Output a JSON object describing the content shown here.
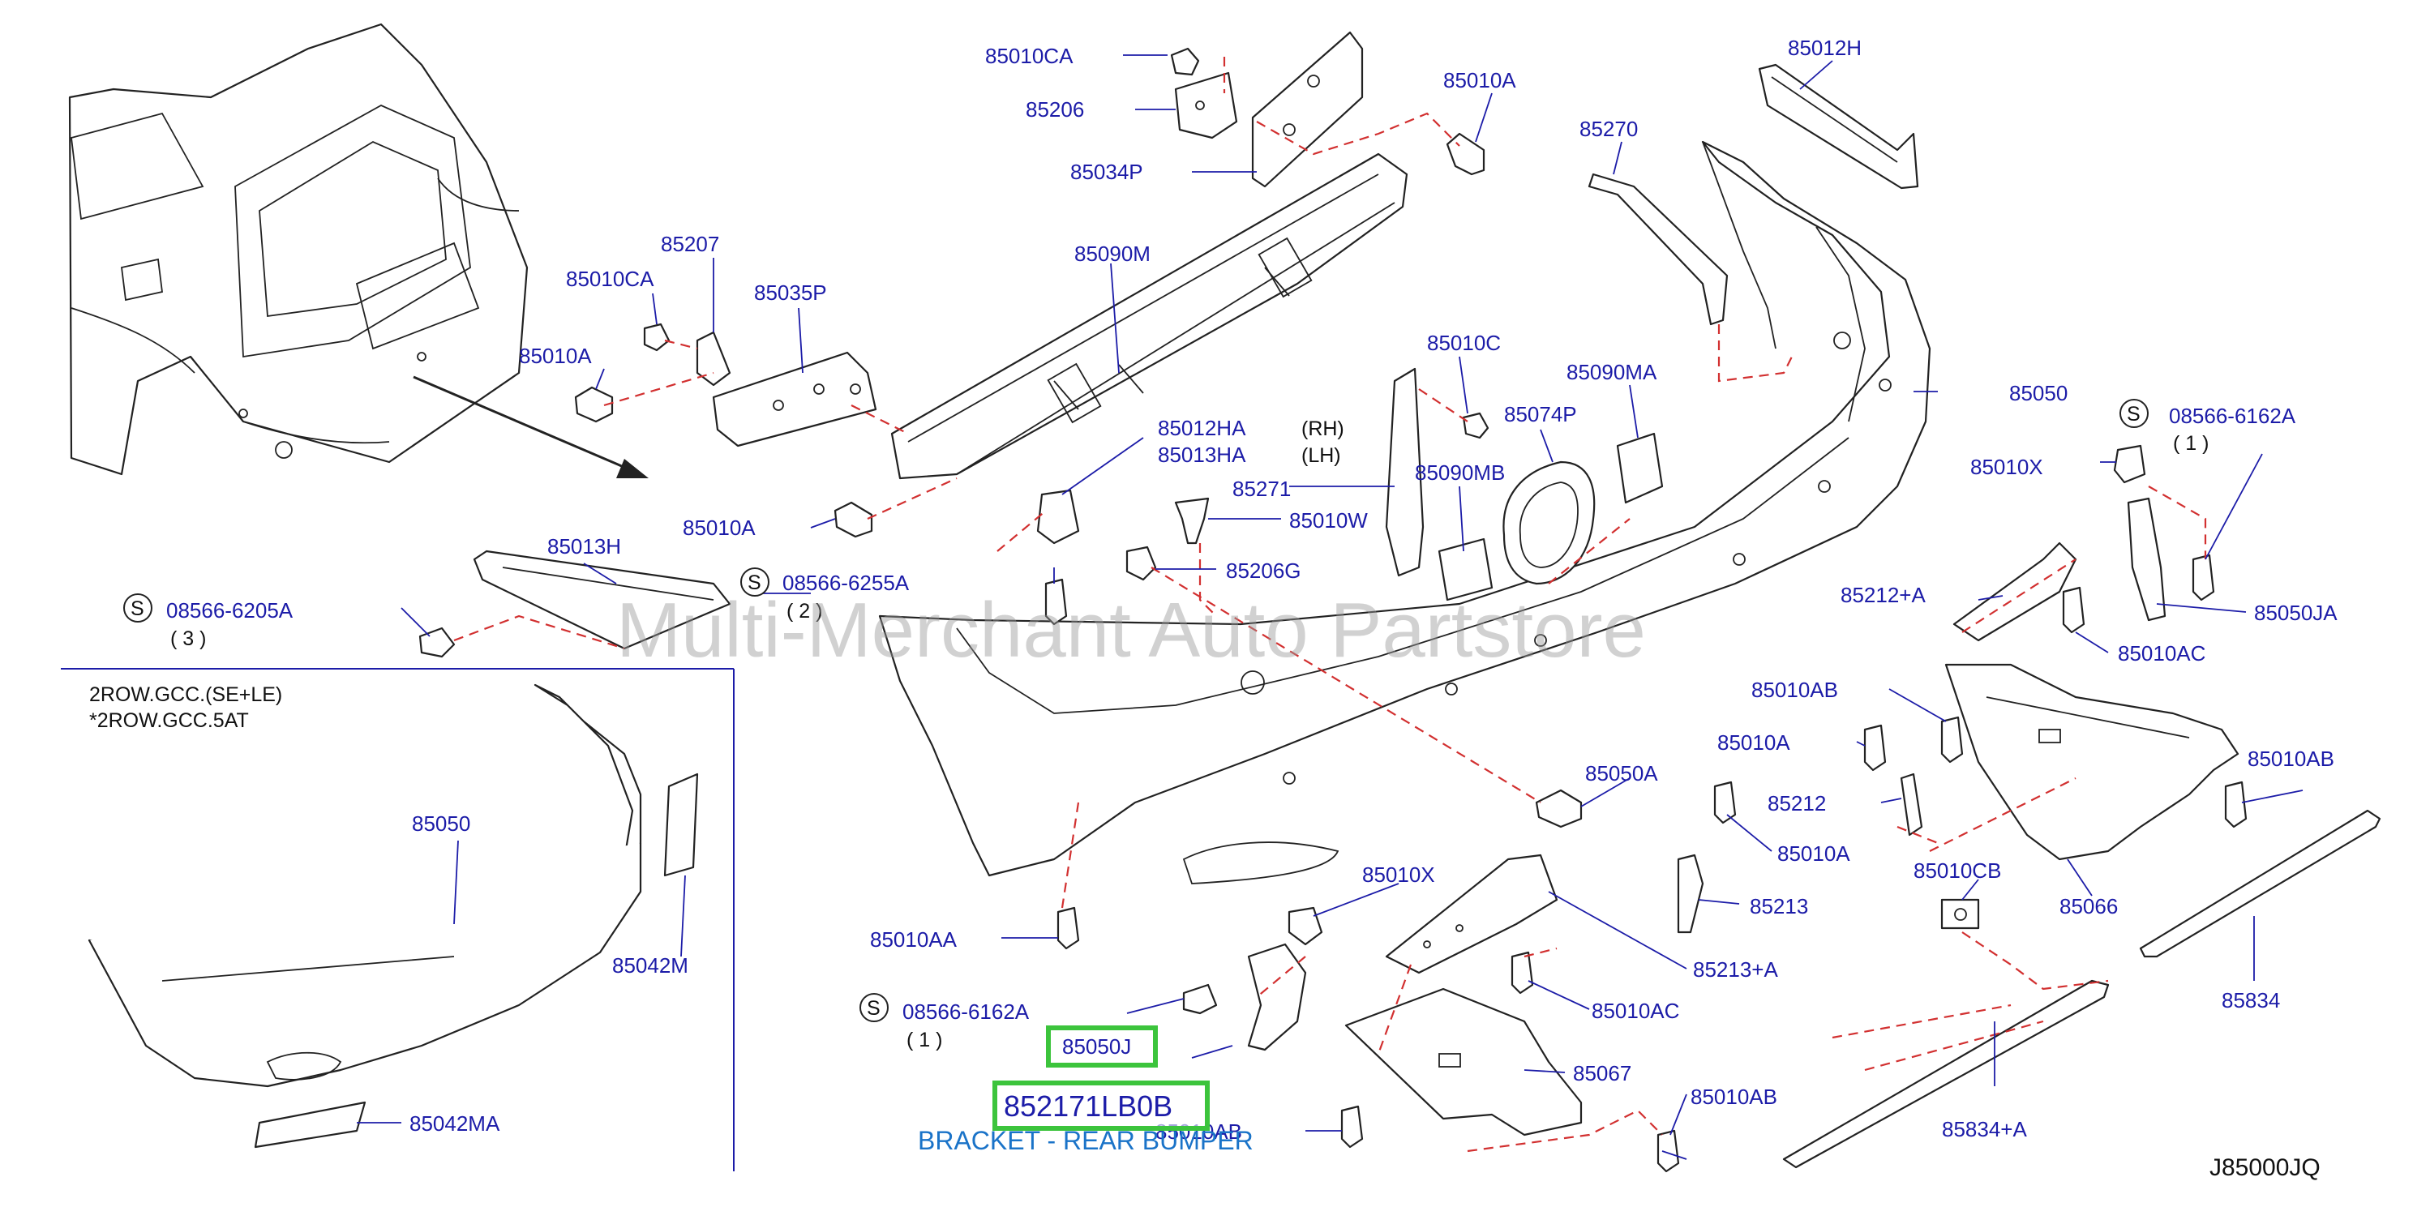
{
  "diagram": {
    "code": "J85000JQ",
    "watermark": "Multi-Merchant Auto Partstore",
    "variant_note_1": "2ROW.GCC.(SE+LE)",
    "variant_note_2": "*2ROW.GCC.5AT",
    "highlight_part": "85050J",
    "highlight_part_number": "852171LB0B",
    "highlight_caption": "BRACKET - REAR BUMPER",
    "hidden_label": "85010AB",
    "labels": {
      "l_85010ca_top": "85010CA",
      "l_85206": "85206",
      "l_85034p": "85034P",
      "l_85010a_top": "85010A",
      "l_85012h": "85012H",
      "l_85270": "85270",
      "l_85207": "85207",
      "l_85010ca_left": "85010CA",
      "l_85035p": "85035P",
      "l_85090m": "85090M",
      "l_85010a_left": "85010A",
      "l_85010c": "85010C",
      "l_85090ma": "85090MA",
      "l_85050_main": "85050",
      "l_85012ha": "85012HA",
      "l_85013ha": "85013HA",
      "l_rh": "(RH)",
      "l_lh": "(LH)",
      "l_85074p": "85074P",
      "l_08566_6162a_r": "08566-6162A",
      "l_08566_6162a_r_q": "( 1 )",
      "l_85010x_r": "85010X",
      "l_85271": "85271",
      "l_85090mb": "85090MB",
      "l_85010a_mid": "85010A",
      "l_85010w": "85010W",
      "l_85013h": "85013H",
      "l_08566_6255a": "08566-6255A",
      "l_08566_6255a_q": "( 2 )",
      "l_85206g": "85206G",
      "l_85212p": "85212+A",
      "l_85050ja": "85050JA",
      "l_08566_6205a": "08566-6205A",
      "l_08566_6205a_q": "( 3 )",
      "l_85010ac_r": "85010AC",
      "l_85010ab_r1": "85010AB",
      "l_85010a_r": "85010A",
      "l_85050a": "85050A",
      "l_85010ab_r2": "85010AB",
      "l_85212": "85212",
      "l_85010a_r2": "85010A",
      "l_85050_inset": "85050",
      "l_85010cb": "85010CB",
      "l_85010x_m": "85010X",
      "l_85213": "85213",
      "l_85066": "85066",
      "l_85010aa": "85010AA",
      "l_85213p": "85213+A",
      "l_85042m": "85042M",
      "l_08566_6162a_m": "08566-6162A",
      "l_08566_6162a_m_q": "( 1 )",
      "l_85010ac_m": "85010AC",
      "l_85834": "85834",
      "l_85067": "85067",
      "l_85010ab_b": "85010AB",
      "l_85834p": "85834+A",
      "l_85042ma": "85042MA"
    },
    "symbols": {
      "screw_mark": "S"
    }
  }
}
